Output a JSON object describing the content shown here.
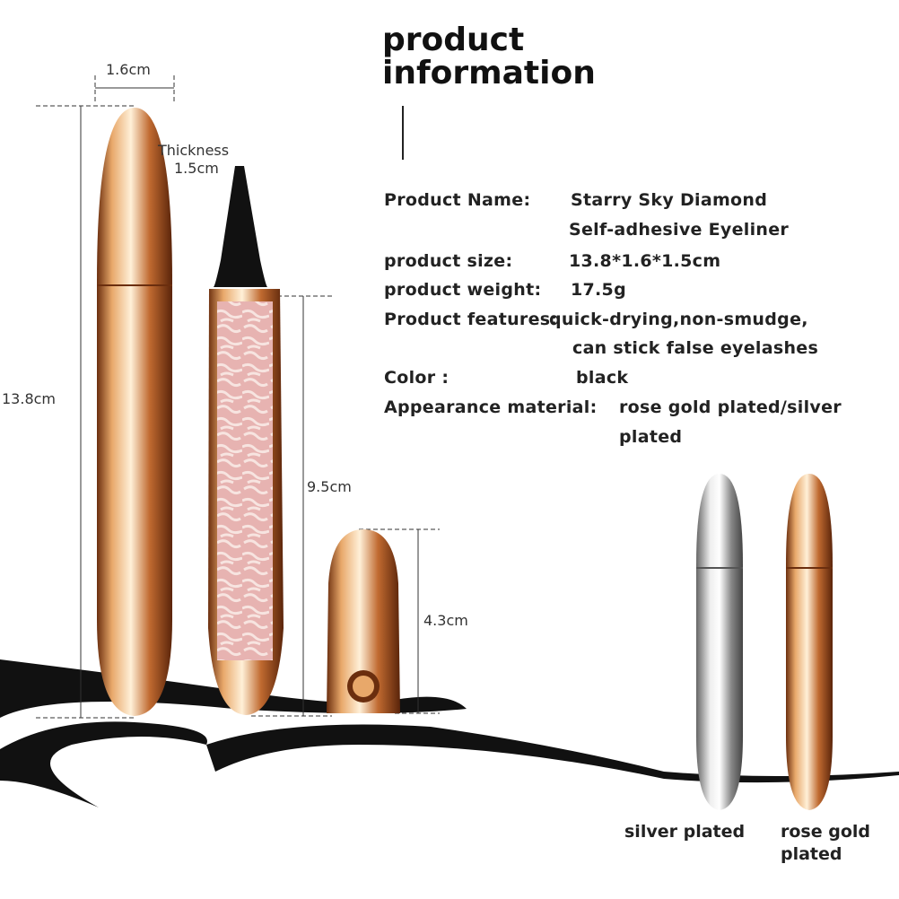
{
  "title": {
    "line1": "product",
    "line2": "information"
  },
  "dimensions": {
    "width": "1.6cm",
    "thickness_label": "Thickness",
    "thickness": "1.5cm",
    "total_length": "13.8cm",
    "body_length": "9.5cm",
    "cap_length": "4.3cm"
  },
  "info": {
    "name_label": "Product Name:",
    "name_value_1": "Starry Sky Diamond",
    "name_value_2": "Self-adhesive Eyeliner",
    "size_label": "product size:",
    "size_value": "13.8*1.6*1.5cm",
    "weight_label": "product weight:",
    "weight_value": "17.5g",
    "features_label": "Product features:",
    "features_value_1": "quick-drying,non-smudge,",
    "features_value_2": "can stick false eyelashes",
    "color_label": "Color :",
    "color_value": "black",
    "material_label": "Appearance material:",
    "material_value_1": "rose gold plated/silver",
    "material_value_2": "plated"
  },
  "captions": {
    "silver": "silver plated",
    "rose_gold_1": "rose gold",
    "rose_gold_2": "plated"
  },
  "colors": {
    "rose_gold": "#c9773a",
    "silver": "#b8b8b8",
    "pink": "#e8b8b8"
  }
}
